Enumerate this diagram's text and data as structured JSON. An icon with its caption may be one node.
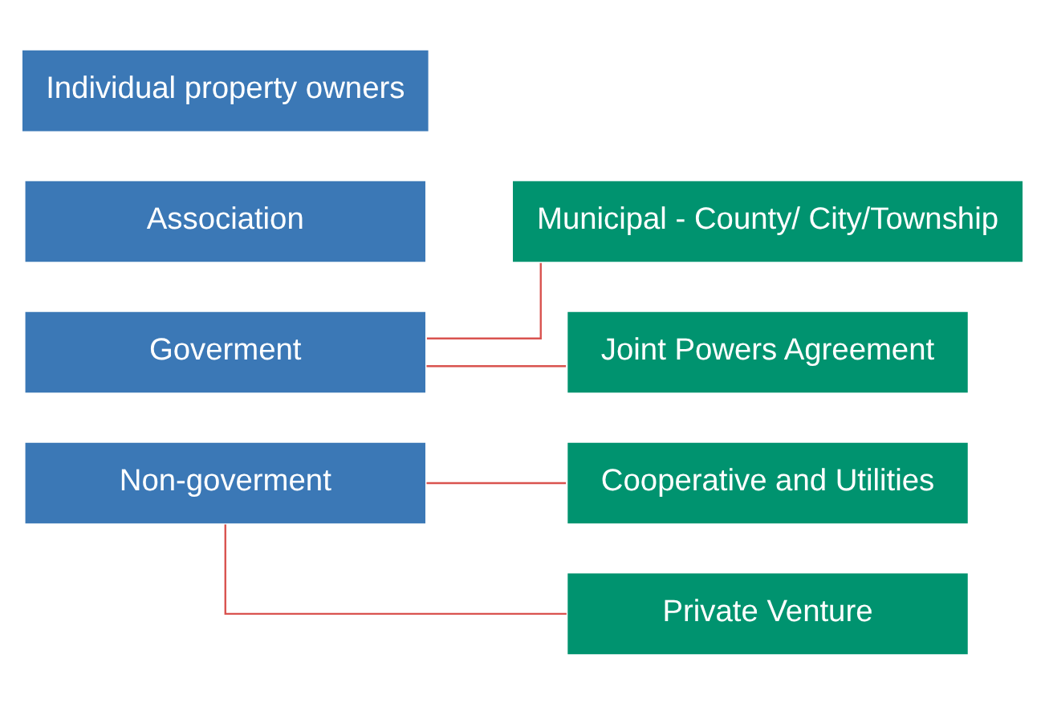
{
  "diagram": {
    "nodes": [
      {
        "text": [
          "Individual property owners"
        ]
      },
      {
        "text": [
          "Association"
        ]
      },
      {
        "text": [
          "Goverment"
        ]
      },
      {
        "text": [
          "Municipal - County/ City/Township"
        ]
      },
      {
        "text": [
          "Joint Powers Agreement"
        ]
      },
      {
        "text": [
          "Non-goverment"
        ]
      },
      {
        "text": [
          "Cooperative and Utilities"
        ]
      },
      {
        "text": [
          "Private Venture"
        ]
      }
    ],
    "edges": [
      {
        "from": 2,
        "to": 3,
        "arrow": "none"
      },
      {
        "from": 2,
        "to": 4,
        "arrow": "none"
      },
      {
        "from": 5,
        "to": 6,
        "arrow": "none"
      },
      {
        "from": 5,
        "to": 7,
        "arrow": "none"
      }
    ]
  }
}
